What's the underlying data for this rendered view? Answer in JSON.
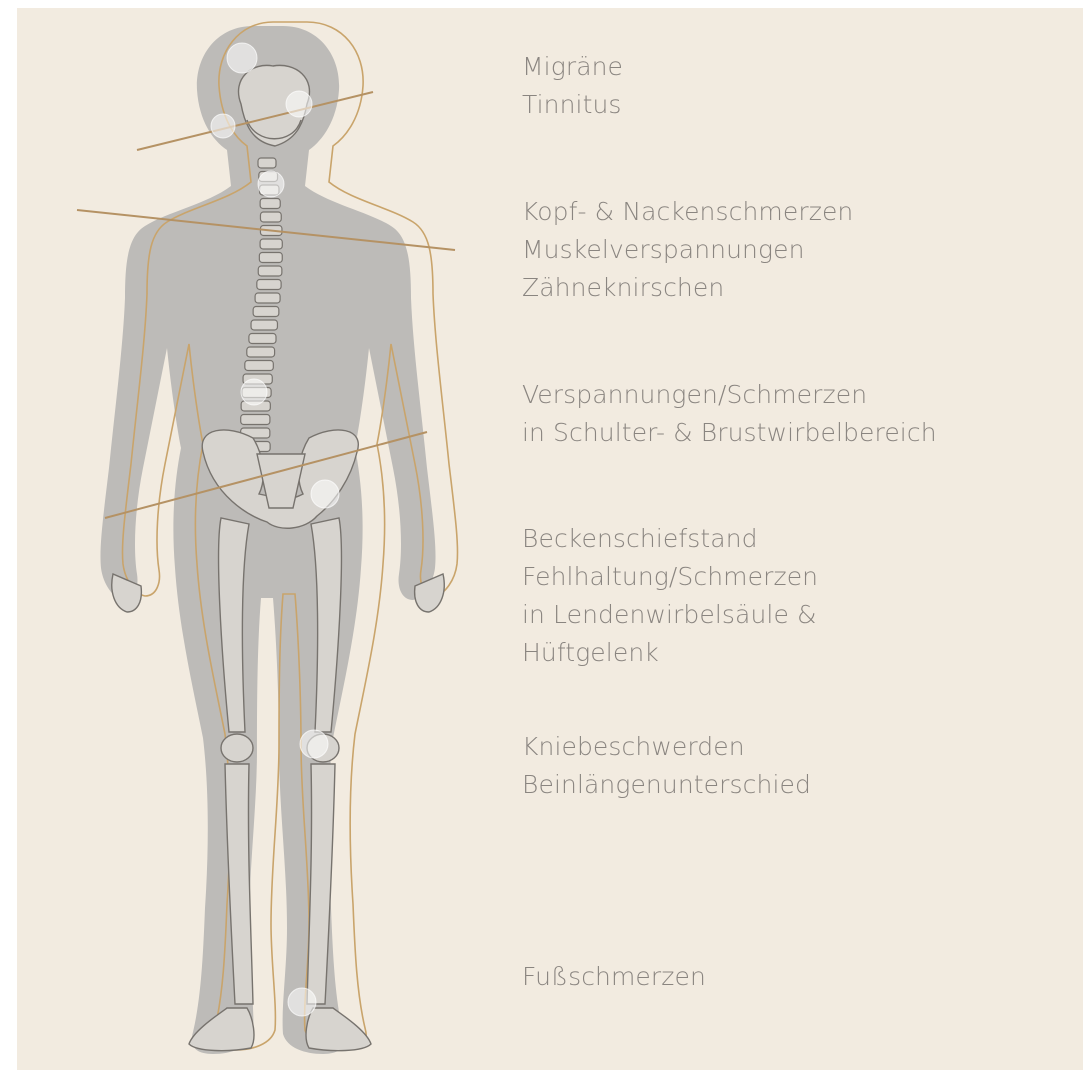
{
  "colors": {
    "background": "#f2ebe0",
    "silhouette": "#bdbbb8",
    "outline": "#c9a46b",
    "tilt_line": "#b59264",
    "skeleton_fill": "#d7d4cf",
    "skeleton_stroke": "#77736e",
    "marker": "#ffffff",
    "label_text": "#8a8580"
  },
  "icons": [
    "body-silhouette",
    "skeleton",
    "tilt-line",
    "pain-marker"
  ],
  "groups": [
    {
      "lines": [
        "Migräne",
        "Tinnitus"
      ]
    },
    {
      "lines": [
        "Kopf- & Nackenschmerzen",
        "Muskelverspannungen",
        "Zähneknirschen"
      ]
    },
    {
      "lines": [
        "Verspannungen/Schmerzen",
        "in Schulter- & Brustwirbelbereich"
      ]
    },
    {
      "lines": [
        "Beckenschiefstand",
        "Fehlhaltung/Schmerzen",
        "in Lendenwirbelsäule &",
        "Hüftgelenk"
      ]
    },
    {
      "lines": [
        "Kniebeschwerden",
        "Beinlängenunterschied"
      ]
    },
    {
      "lines": [
        "Fußschmerzen"
      ]
    }
  ]
}
